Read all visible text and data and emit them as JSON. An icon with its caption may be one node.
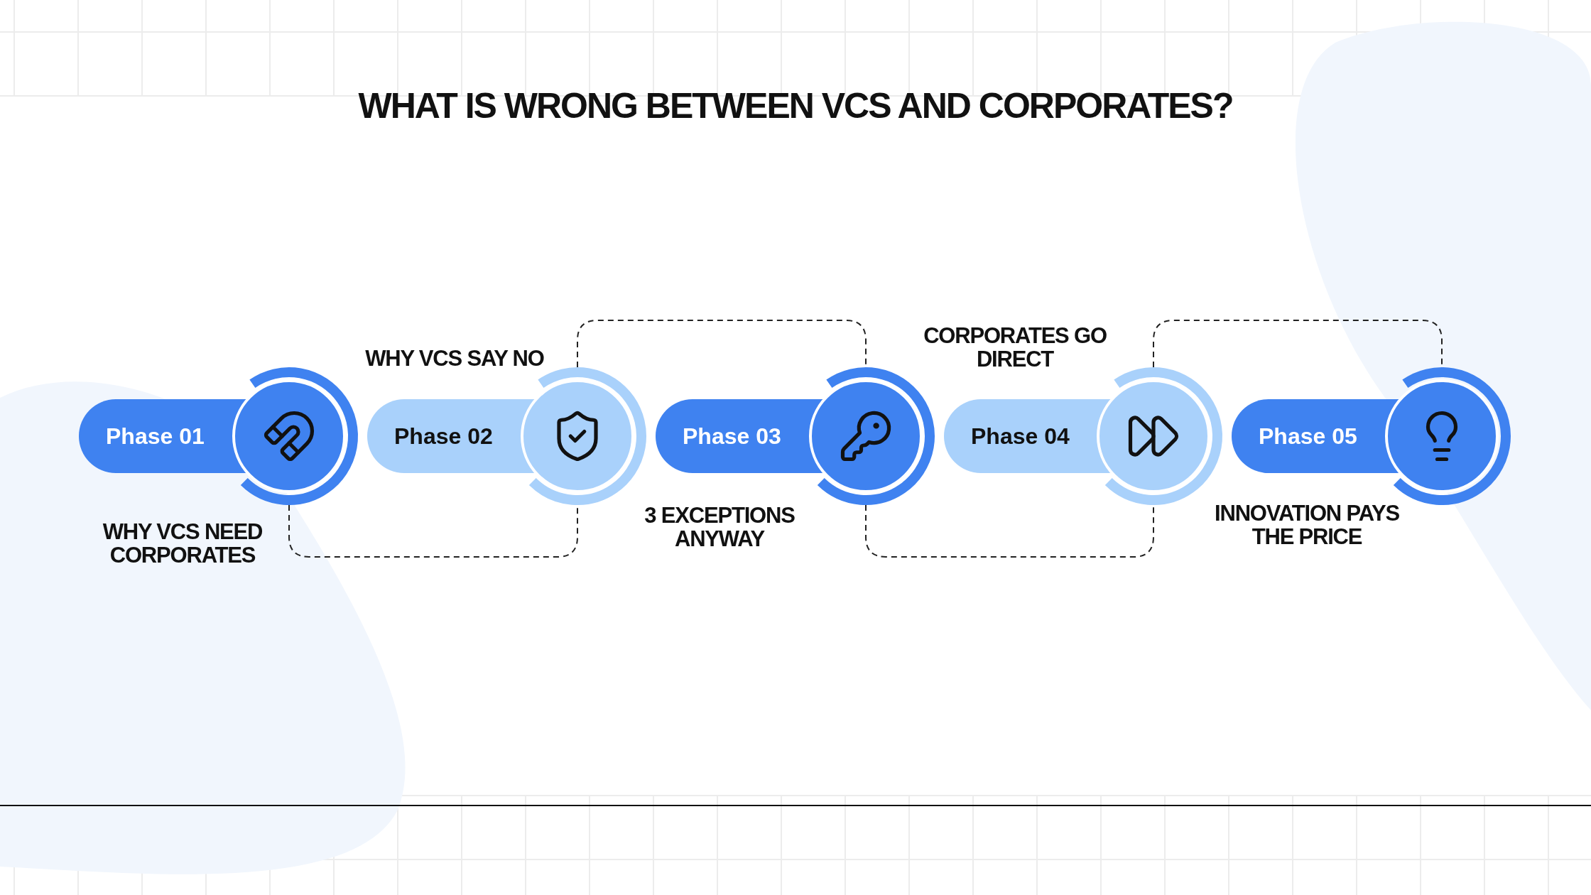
{
  "diagram": {
    "title": "WHAT IS WRONG BETWEEN VCS AND CORPORATES?",
    "nodes": [
      {
        "text": [
          "Phase 01"
        ],
        "beside": [
          "WHY VCS NEED CORPORATES"
        ]
      },
      {
        "text": [
          "Phase 02"
        ],
        "beside": [
          "WHY VCS SAY NO"
        ]
      },
      {
        "text": [
          "Phase 03"
        ],
        "beside": [
          "3 EXCEPTIONS ANYWAY"
        ]
      },
      {
        "text": [
          "Phase 04"
        ],
        "beside": [
          "CORPORATES GO DIRECT"
        ]
      },
      {
        "text": [
          "Phase 05"
        ],
        "beside": [
          "INNOVATION PAYS THE PRICE"
        ]
      }
    ],
    "edges": [
      {
        "from": 0,
        "to": 1,
        "arrow": "none",
        "style": "dashed"
      },
      {
        "from": 1,
        "to": 2,
        "arrow": "none",
        "style": "dashed"
      },
      {
        "from": 2,
        "to": 3,
        "arrow": "none",
        "style": "dashed"
      },
      {
        "from": 3,
        "to": 4,
        "arrow": "none",
        "style": "dashed"
      }
    ]
  }
}
